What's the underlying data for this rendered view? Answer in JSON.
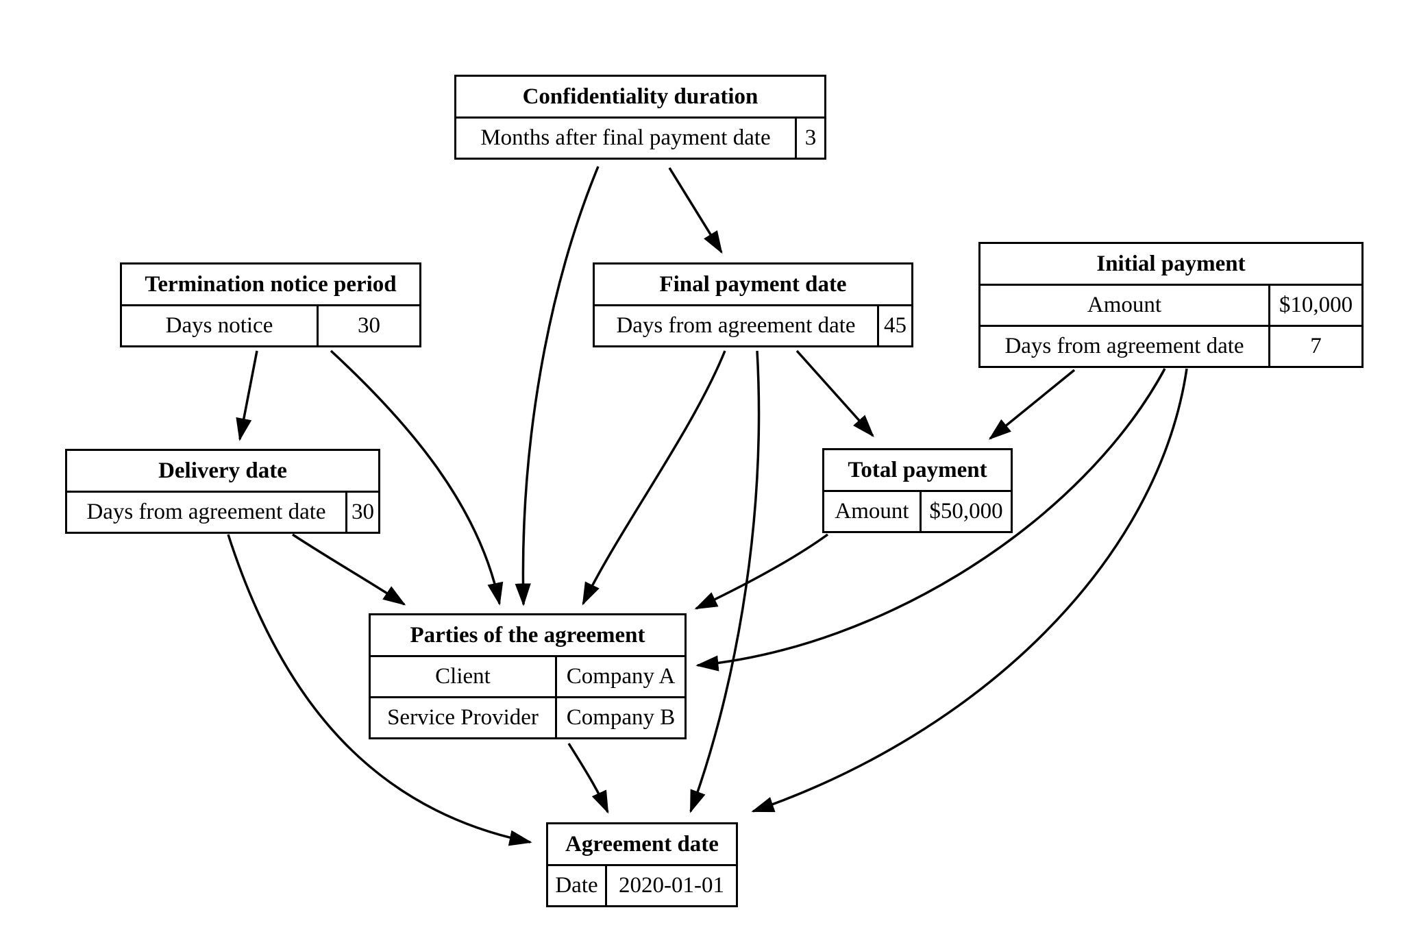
{
  "diagram": {
    "background_color": "#ffffff",
    "ink_color": "#000000",
    "nodes": {
      "confidentiality_duration": {
        "title": "Confidentiality duration",
        "rows": [
          {
            "label": "Months after final payment date",
            "value": "3"
          }
        ]
      },
      "termination_notice_period": {
        "title": "Termination notice period",
        "rows": [
          {
            "label": "Days notice",
            "value": "30"
          }
        ]
      },
      "final_payment_date": {
        "title": "Final payment date",
        "rows": [
          {
            "label": "Days from agreement date",
            "value": "45"
          }
        ]
      },
      "initial_payment": {
        "title": "Initial payment",
        "rows": [
          {
            "label": "Amount",
            "value": "$10,000"
          },
          {
            "label": "Days from agreement date",
            "value": "7"
          }
        ]
      },
      "delivery_date": {
        "title": "Delivery date",
        "rows": [
          {
            "label": "Days from agreement date",
            "value": "30"
          }
        ]
      },
      "total_payment": {
        "title": "Total payment",
        "rows": [
          {
            "label": "Amount",
            "value": "$50,000"
          }
        ]
      },
      "parties_of_the_agreement": {
        "title": "Parties of the agreement",
        "rows": [
          {
            "label": "Client",
            "value": "Company A"
          },
          {
            "label": "Service Provider",
            "value": "Company B"
          }
        ]
      },
      "agreement_date": {
        "title": "Agreement date",
        "rows": [
          {
            "label": "Date",
            "value": "2020-01-01"
          }
        ]
      }
    },
    "edges": [
      {
        "from": "confidentiality_duration",
        "to": "final_payment_date"
      },
      {
        "from": "confidentiality_duration",
        "to": "parties_of_the_agreement"
      },
      {
        "from": "termination_notice_period",
        "to": "delivery_date"
      },
      {
        "from": "termination_notice_period",
        "to": "parties_of_the_agreement"
      },
      {
        "from": "final_payment_date",
        "to": "total_payment"
      },
      {
        "from": "final_payment_date",
        "to": "parties_of_the_agreement"
      },
      {
        "from": "final_payment_date",
        "to": "agreement_date"
      },
      {
        "from": "initial_payment",
        "to": "total_payment"
      },
      {
        "from": "initial_payment",
        "to": "parties_of_the_agreement"
      },
      {
        "from": "initial_payment",
        "to": "agreement_date"
      },
      {
        "from": "delivery_date",
        "to": "parties_of_the_agreement"
      },
      {
        "from": "delivery_date",
        "to": "agreement_date"
      },
      {
        "from": "total_payment",
        "to": "parties_of_the_agreement"
      },
      {
        "from": "parties_of_the_agreement",
        "to": "agreement_date"
      }
    ]
  }
}
